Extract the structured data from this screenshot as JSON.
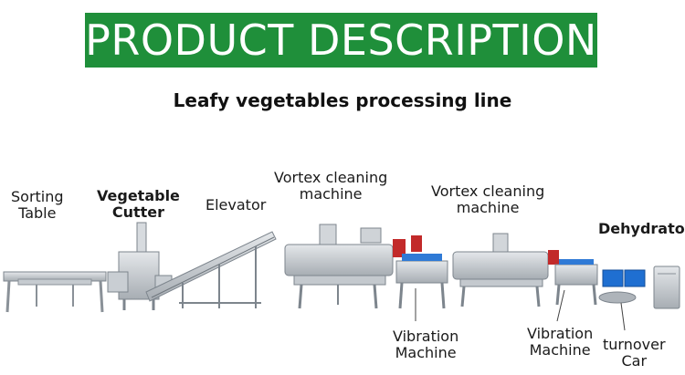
{
  "header": {
    "title": "PRODUCT DESCRIPTION"
  },
  "subtitle": "Leafy vegetables processing line",
  "labels": {
    "sorting_table": [
      "Sorting",
      "Table"
    ],
    "vegetable_cutter": [
      "Vegetable",
      "Cutter"
    ],
    "elevator": "Elevator",
    "vortex_1": [
      "Vortex cleaning",
      "machine"
    ],
    "vortex_2": [
      "Vortex cleaning",
      "machine"
    ],
    "dehydrator": "Dehydrator",
    "vibration_1": [
      "Vibration",
      "Machine"
    ],
    "vibration_2": [
      "Vibration",
      "Machine"
    ],
    "turnover_car": [
      "turnover",
      "Car"
    ]
  },
  "colors": {
    "banner": "#1f8f3a",
    "steel": "#b9bec4",
    "steel_dark": "#7d858d",
    "bin_blue": "#1f6fd1",
    "red_box": "#c22a2a"
  }
}
